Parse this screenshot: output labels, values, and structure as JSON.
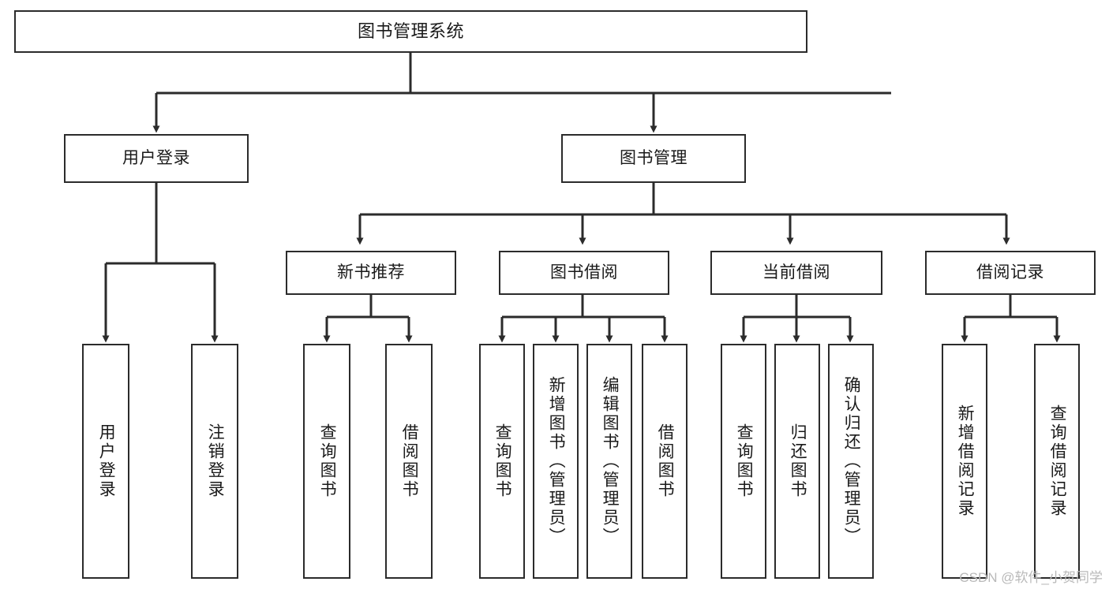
{
  "diagram": {
    "title": "图书管理系统",
    "type": "tree-hierarchy-chart",
    "background_color": "#ffffff",
    "line_color": "#2b2b2b",
    "text_color": "#1a1a1a"
  },
  "nodes": {
    "root": {
      "label": "图书管理系统"
    },
    "level2": [
      {
        "label": "用户登录"
      },
      {
        "label": "图书管理"
      }
    ],
    "level3": [
      {
        "label": "新书推荐"
      },
      {
        "label": "图书借阅"
      },
      {
        "label": "当前借阅"
      },
      {
        "label": "借阅记录"
      }
    ],
    "leaves_user_login": [
      {
        "label": "用户登录"
      },
      {
        "label": "注销登录"
      }
    ],
    "leaves_new_book": [
      {
        "label": "查询图书"
      },
      {
        "label": "借阅图书"
      }
    ],
    "leaves_borrow": [
      {
        "label": "查询图书"
      },
      {
        "label": "新增图书（管理员）"
      },
      {
        "label": "编辑图书（管理员）"
      },
      {
        "label": "借阅图书"
      }
    ],
    "leaves_current": [
      {
        "label": "查询图书"
      },
      {
        "label": "归还图书"
      },
      {
        "label": "确认归还（管理员）"
      }
    ],
    "leaves_records": [
      {
        "label": "新增借阅记录"
      },
      {
        "label": "查询借阅记录"
      }
    ]
  },
  "watermark": {
    "text": "CSDN @软件_小贺同学"
  }
}
